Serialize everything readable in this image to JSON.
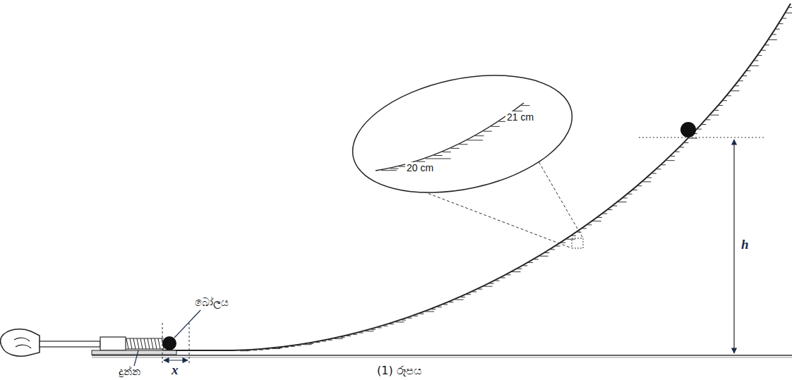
{
  "diagram": {
    "caption": "(1) රූපය",
    "labels": [
      "බෝලය",
      "දුන්න",
      "x",
      "h",
      "21 cm",
      "20 cm"
    ]
  }
}
